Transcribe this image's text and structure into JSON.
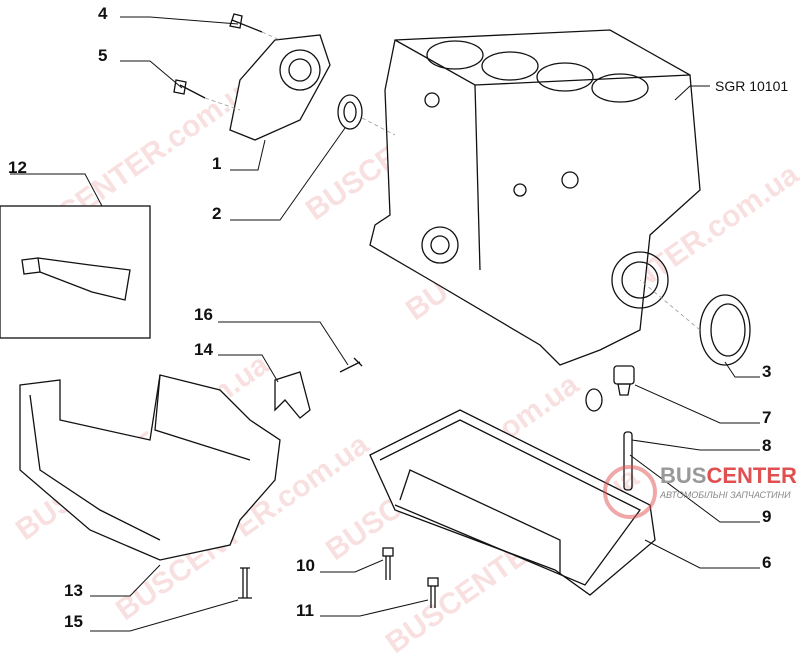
{
  "diagram": {
    "code_label": "SGR 10101",
    "callouts": [
      "1",
      "2",
      "3",
      "4",
      "5",
      "6",
      "7",
      "8",
      "9",
      "10",
      "11",
      "12",
      "13",
      "14",
      "15",
      "16"
    ]
  },
  "watermark": "BUSCENTER.com.ua",
  "logo": {
    "name_part1": "BUS",
    "name_part2": "CENTER",
    "subtitle": "АВТОМОБІЛЬНІ ЗАПЧАСТИНИ"
  }
}
